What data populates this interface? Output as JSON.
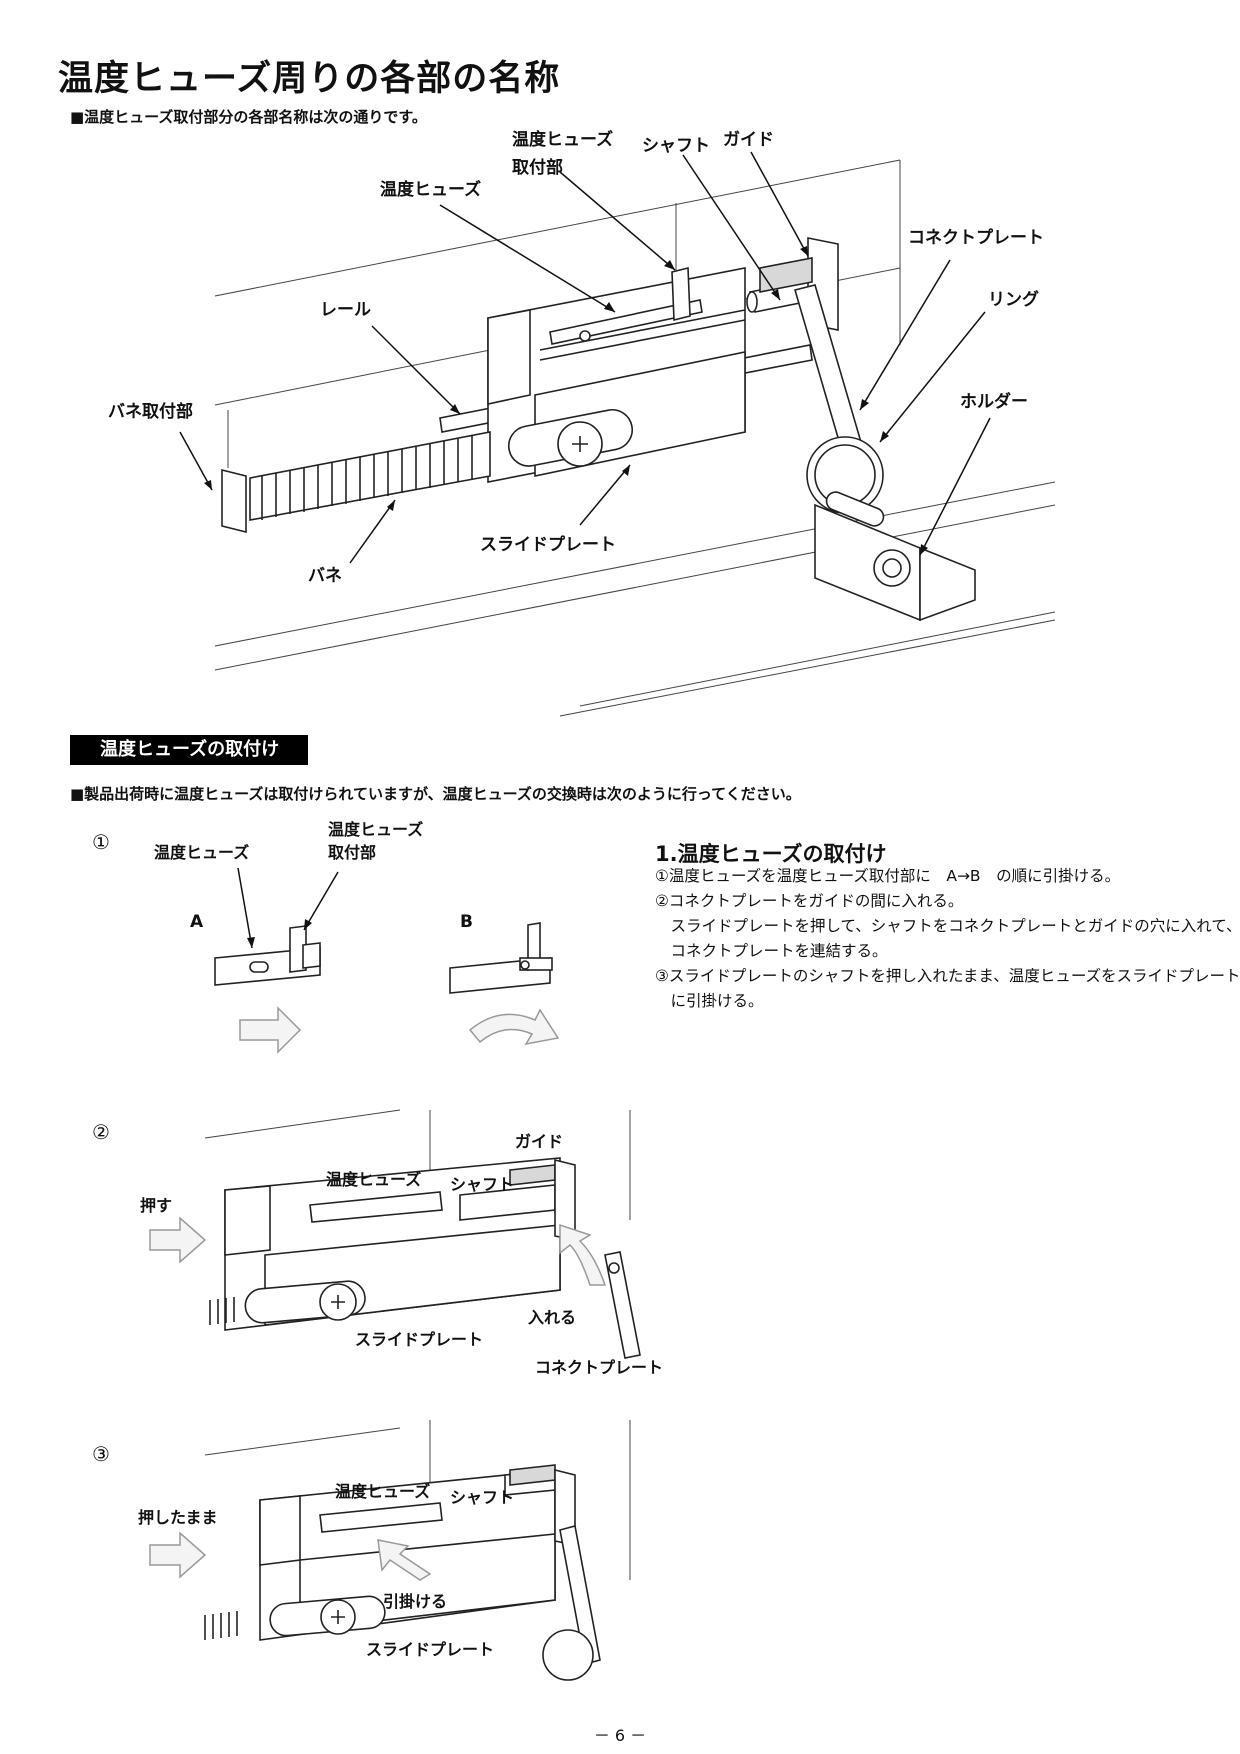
{
  "page": {
    "title": "温度ヒューズ周りの各部の名称",
    "intro": "■温度ヒューズ取付部分の各部名称は次の通りです。",
    "page_number": "－ 6 －"
  },
  "diagram_main": {
    "labels": {
      "fuse_mount_1": "温度ヒューズ",
      "fuse_mount_2": "取付部",
      "shaft": "シャフト",
      "guide": "ガイド",
      "fuse": "温度ヒューズ",
      "connect_plate": "コネクトプレート",
      "rail": "レール",
      "ring": "リング",
      "spring_mount": "バネ取付部",
      "holder": "ホルダー",
      "slide_plate": "スライドプレート",
      "spring": "バネ"
    }
  },
  "section": {
    "heading": "温度ヒューズの取付け",
    "note": "■製品出荷時に温度ヒューズは取付けられていますが、温度ヒューズの交換時は次のように行ってください。"
  },
  "step1": {
    "num": "①",
    "fuse": "温度ヒューズ",
    "mount_1": "温度ヒューズ",
    "mount_2": "取付部",
    "a": "A",
    "b": "B"
  },
  "step2": {
    "num": "②",
    "guide": "ガイド",
    "fuse": "温度ヒューズ",
    "shaft": "シャフト",
    "push": "押す",
    "insert": "入れる",
    "slide_plate": "スライドプレート",
    "connect_plate": "コネクトプレート"
  },
  "step3": {
    "num": "③",
    "fuse": "温度ヒューズ",
    "shaft": "シャフト",
    "hold_push": "押したまま",
    "hook": "引掛ける",
    "slide_plate": "スライドプレート"
  },
  "instructions": {
    "title": "1.温度ヒューズの取付け",
    "lines": [
      "①温度ヒューズを温度ヒューズ取付部に　A→B　の順に引掛ける。",
      "②コネクトプレートをガイドの間に入れる。",
      "　スライドプレートを押して、シャフトをコネクトプレートとガイドの穴に入れて、",
      "　コネクトプレートを連結する。",
      "③スライドプレートのシャフトを押し入れたまま、温度ヒューズをスライドプレート",
      "　に引掛ける。"
    ]
  }
}
